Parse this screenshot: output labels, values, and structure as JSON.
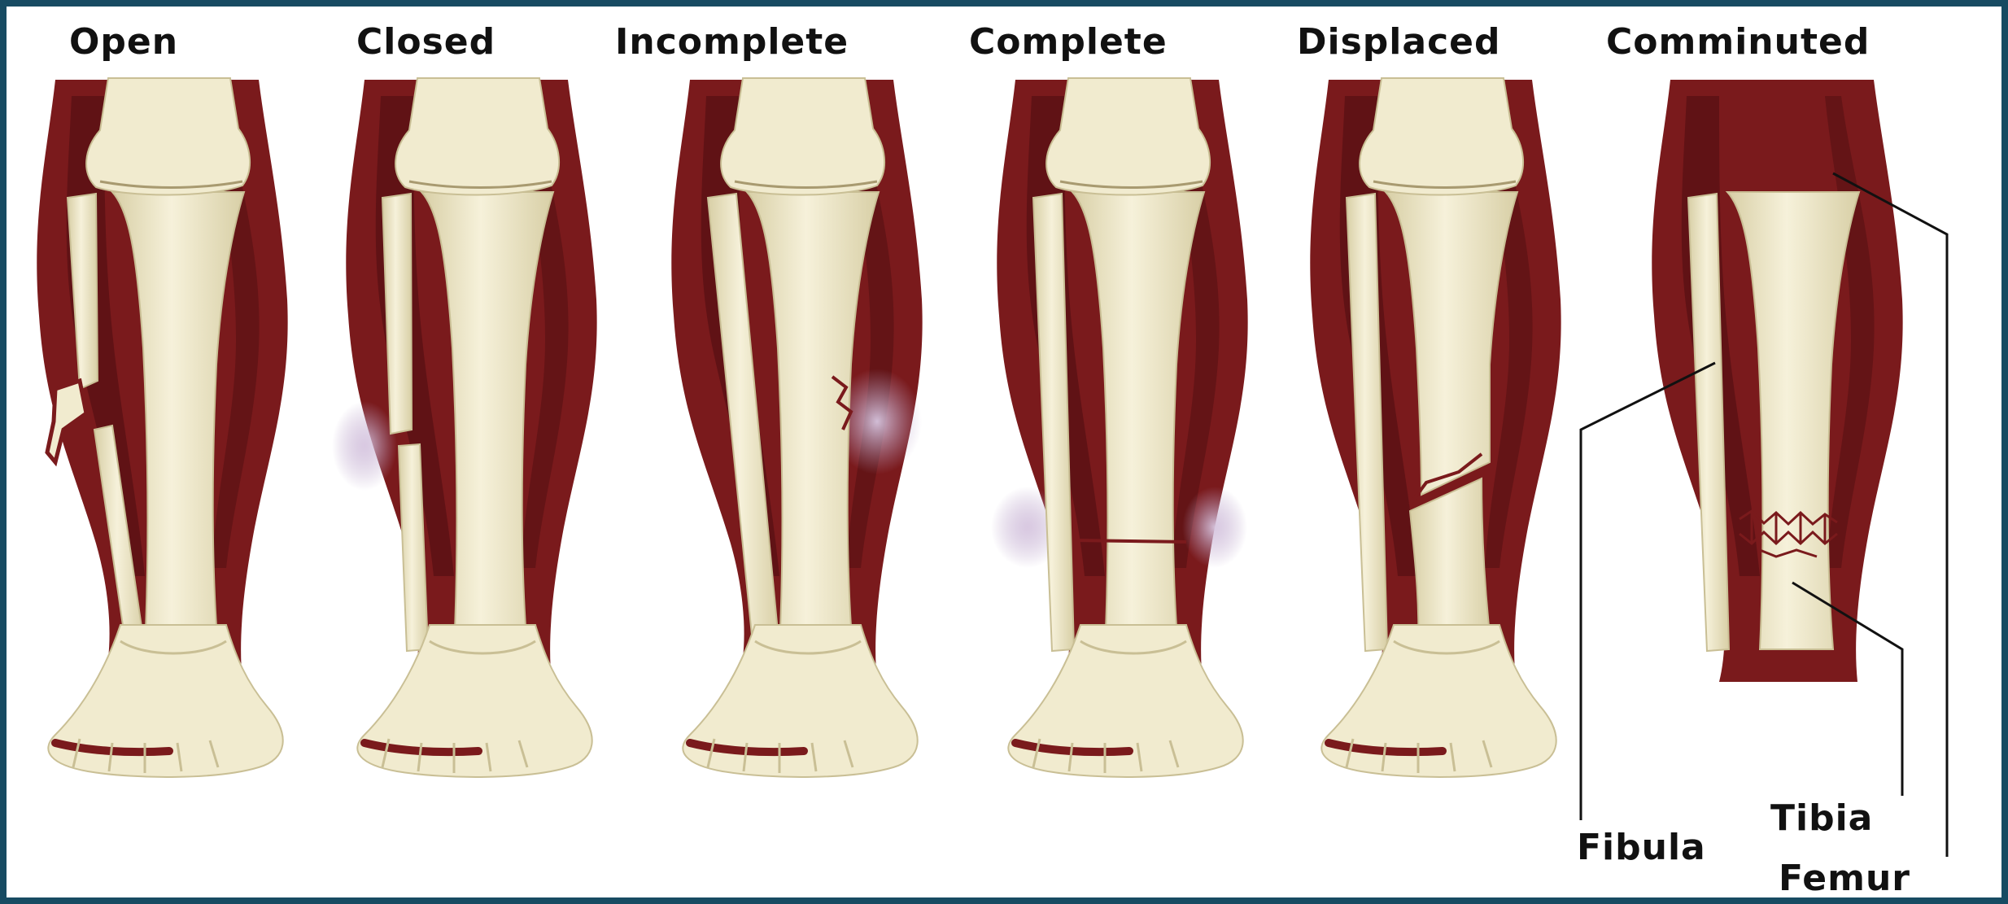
{
  "fracture_types": [
    {
      "id": "open",
      "label": "Open"
    },
    {
      "id": "closed",
      "label": "Closed"
    },
    {
      "id": "incomplete",
      "label": "Incomplete"
    },
    {
      "id": "complete",
      "label": "Complete"
    },
    {
      "id": "displaced",
      "label": "Displaced"
    },
    {
      "id": "comminuted",
      "label": "Comminuted"
    }
  ],
  "bone_labels": {
    "fibula": "Fibula",
    "tibia": "Tibia",
    "femur": "Femur"
  },
  "colors": {
    "frame": "#174b62",
    "muscle": "#7a1a1c",
    "muscle_dark": "#4a0d10",
    "bone": "#f1ebcf",
    "bone_shade": "#d8cfa6",
    "fracture": "#7a1a1c",
    "bruise": "#b9a2c9",
    "leader_line": "#111111"
  }
}
